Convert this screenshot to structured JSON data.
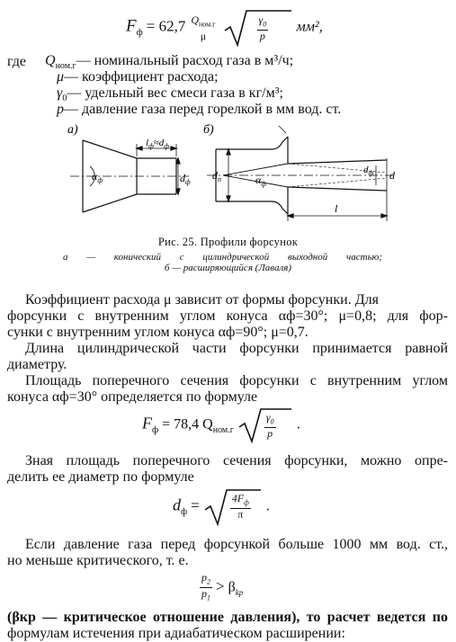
{
  "formula1": {
    "lhs": "F",
    "sub": "ф",
    "eq": "= 62,7",
    "num": "Q",
    "num_sub": "ном.г",
    "den": "μ",
    "rad_num": "γ",
    "rad_num_sub": "0",
    "rad_den": "p",
    "unit": "мм²,"
  },
  "where": {
    "label": "где",
    "items": [
      {
        "sym": "Q",
        "sym_sub": "ном.г",
        "text": "— номинальный расход газа в м³/ч;"
      },
      {
        "sym": "μ",
        "text": "— коэффициент расхода;"
      },
      {
        "sym": "γ",
        "sym_sub": "0",
        "text": "— удельный вес смеси газа в кг/м³;"
      },
      {
        "sym": "p",
        "text": "— давление газа перед горелкой в мм вод. ст."
      }
    ]
  },
  "figure": {
    "label_a": "а)",
    "label_b": "б)",
    "a_lf": "l",
    "a_lf_sub": "ф",
    "a_lf_eq": "≈d",
    "a_lf_eq_sub": "ф",
    "a_alpha": "α",
    "a_alpha_sub": "ф",
    "a_d": "d",
    "a_d_sub": "ф",
    "b_dn": "d",
    "b_dn_sub": "n",
    "b_alpha": "α",
    "b_alpha_sub": "ф",
    "b_df": "d",
    "b_df_sub": "ф",
    "b_d": "d",
    "b_l": "l"
  },
  "caption": {
    "title": "Рис. 25. Профили форсунок",
    "line1": "а — конический с цилиндрической выходной частью;",
    "line2": "б — расширяющийся (Лаваля)"
  },
  "para1": [
    "Коэффициент расхода μ зависит от формы форсунки. Для",
    "форсунки с внутренним углом конуса αф=30°; μ=0,8; для фор-",
    "сунки с внутренним углом конуса αф=90°; μ=0,7."
  ],
  "para2": [
    "Длина цилиндрической части форсунки принимается равной",
    "диаметру."
  ],
  "para3": [
    "Площадь поперечного сечения форсунки с внутренним углом",
    "конуса αф=30° определяется по формуле"
  ],
  "formula2": {
    "lhs": "F",
    "sub": "ф",
    "eq": "= 78,4 Q",
    "q_sub": "ном.г",
    "rad_num": "γ",
    "rad_num_sub": "0",
    "rad_den": "p",
    "end": "."
  },
  "para4": [
    "Зная площадь поперечного сечения форсунки, можно опре-",
    "делить ее диаметр по формуле"
  ],
  "formula3": {
    "lhs": "d",
    "sub": "ф",
    "eq": "=",
    "rad_num": "4F",
    "rad_num_sub": "ф",
    "rad_den": "π",
    "end": "."
  },
  "para5": [
    "Если давление газа перед форсункой больше 1000 мм вод. ст.,",
    "но меньше критического, т. е."
  ],
  "formula4": {
    "num": "p",
    "num_sub": "2",
    "den": "p",
    "den_sub": "1",
    "rel": ">",
    "rhs": "β",
    "rhs_sub": "kp"
  },
  "para6": [
    "(βкр — критическое отношение давления), то расчет ведется по",
    "формулам истечения при адиабатическом расширении:"
  ]
}
